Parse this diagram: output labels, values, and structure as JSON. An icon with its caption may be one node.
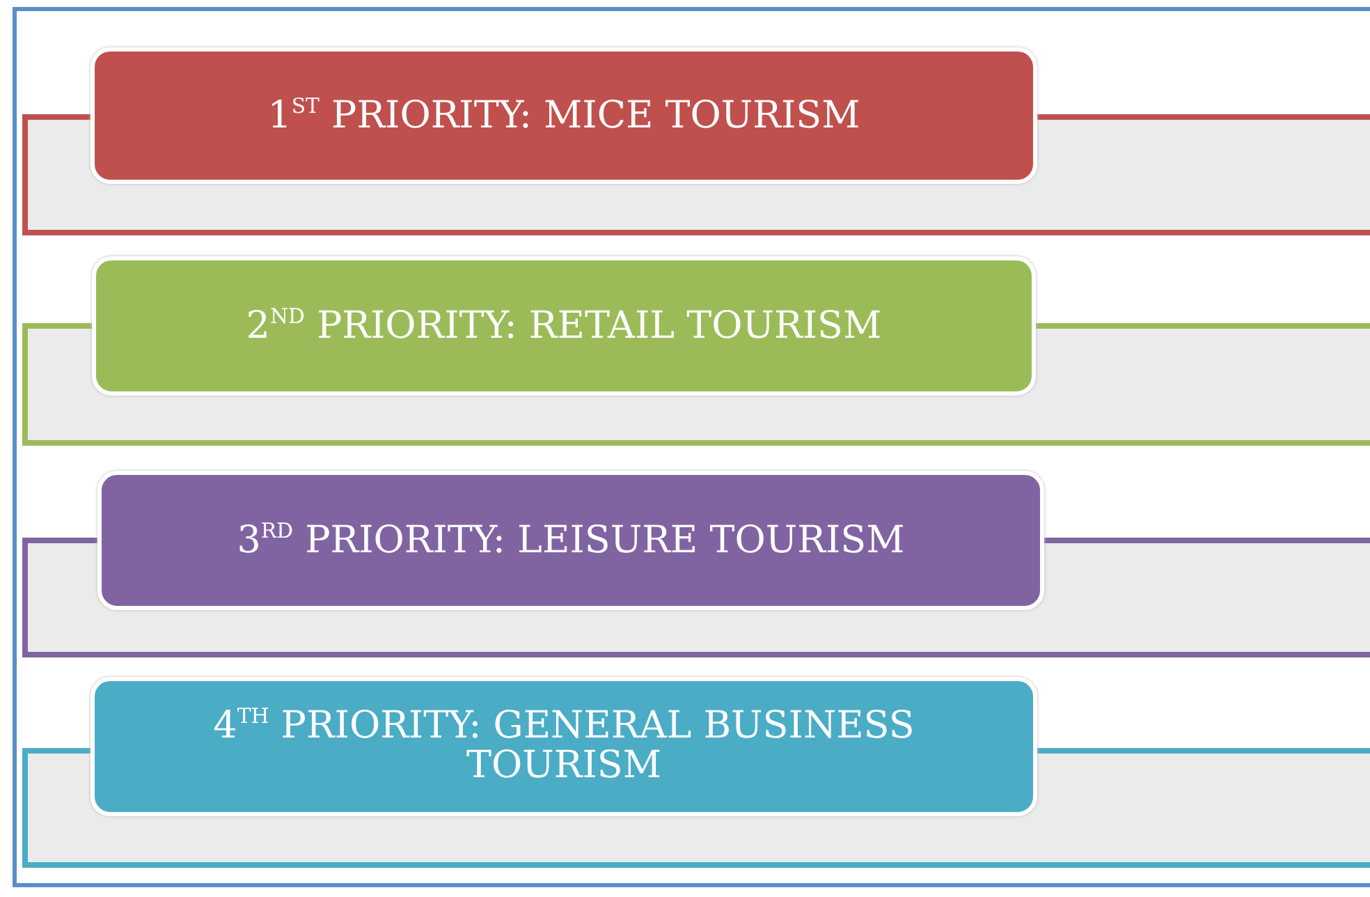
{
  "diagram": {
    "nodes": [
      {
        "text": [
          "1$^{ST}$ PRIORITY: MICE TOURISM"
        ]
      },
      {
        "text": [
          "2$^{ND}$ PRIORITY: RETAIL TOURISM"
        ]
      },
      {
        "text": [
          "3$^{RD}$ PRIORITY: LEISURE TOURISM"
        ]
      },
      {
        "text": [
          "4$^{TH}$ PRIORITY: GENERAL BUSINESS TOURISM"
        ]
      }
    ]
  }
}
